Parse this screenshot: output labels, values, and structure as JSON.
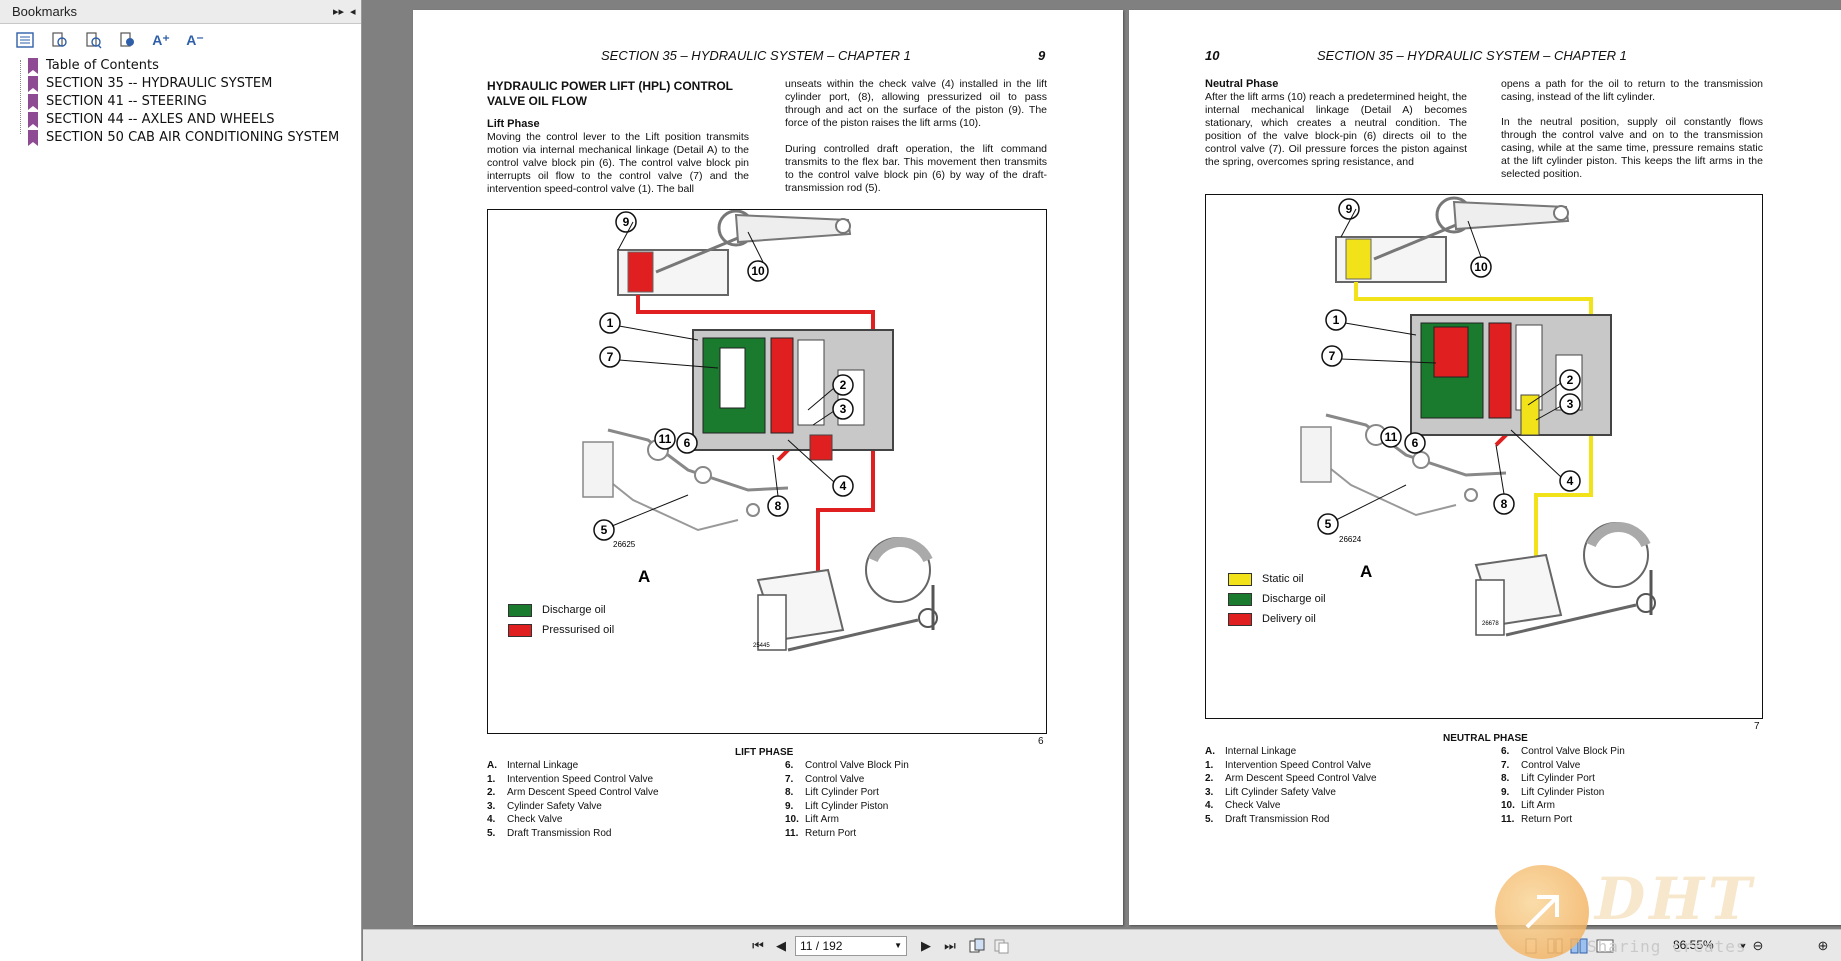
{
  "bookmarks": {
    "title": "Bookmarks",
    "items": [
      {
        "label": "Table of Contents"
      },
      {
        "label": "SECTION 35 -- HYDRAULIC SYSTEM"
      },
      {
        "label": "SECTION 41 -- STEERING"
      },
      {
        "label": "SECTION 44 -- AXLES AND WHEELS"
      },
      {
        "label": "SECTION 50 CAB AIR CONDITIONING SYSTEM"
      }
    ]
  },
  "left_page": {
    "header": "SECTION 35 – HYDRAULIC SYSTEM – CHAPTER 1",
    "page_number": "9",
    "title_line1": "HYDRAULIC POWER LIFT (HPL) CONTROL",
    "title_line2": "VALVE OIL FLOW",
    "subtitle": "Lift Phase",
    "para1": "Moving the control lever to the Lift position transmits motion via internal mechanical linkage (Detail A) to the control valve block pin (6). The control valve block pin interrupts oil flow to the control valve (7) and the intervention speed-control valve (1). The ball",
    "para2": "unseats within the check valve (4) installed in the lift cylinder port, (8), allowing pressurized oil to pass through and act on the surface of the piston (9). The force of the piston raises the lift arms (10).",
    "para3": "During controlled draft operation, the lift command transmits to the flex bar. This movement then transmits to the control valve block pin (6) by way of the draft-transmission rod (5).",
    "figure": {
      "code1": "26625",
      "code2": "25445",
      "detail": "A",
      "labels": [
        "9",
        "10",
        "1",
        "7",
        "2",
        "3",
        "11",
        "6",
        "4",
        "8",
        "5"
      ],
      "legend": [
        {
          "label": "Discharge oil",
          "color": "#1a7a2e"
        },
        {
          "label": "Pressurised oil",
          "color": "#e02020"
        }
      ]
    },
    "figure_number": "6",
    "caption": "LIFT PHASE",
    "legend_col1": [
      {
        "k": "A.",
        "v": "Internal Linkage"
      },
      {
        "k": "1.",
        "v": "Intervention Speed Control Valve"
      },
      {
        "k": "2.",
        "v": "Arm Descent Speed Control Valve"
      },
      {
        "k": "3.",
        "v": "Cylinder Safety Valve"
      },
      {
        "k": "4.",
        "v": "Check Valve"
      },
      {
        "k": "5.",
        "v": "Draft Transmission Rod"
      }
    ],
    "legend_col2": [
      {
        "k": "6.",
        "v": "Control Valve Block Pin"
      },
      {
        "k": "7.",
        "v": "Control Valve"
      },
      {
        "k": "8.",
        "v": "Lift Cylinder Port"
      },
      {
        "k": "9.",
        "v": "Lift Cylinder Piston"
      },
      {
        "k": "10.",
        "v": "Lift Arm"
      },
      {
        "k": "11.",
        "v": "Return Port"
      }
    ]
  },
  "right_page": {
    "header": "SECTION 35 – HYDRAULIC SYSTEM – CHAPTER 1",
    "page_number": "10",
    "subtitle": "Neutral Phase",
    "para1": "After the lift arms (10) reach a predetermined height, the internal mechanical linkage (Detail A) becomes stationary, which creates a neutral condition. The position of the valve block-pin (6) directs oil to the control valve (7). Oil pressure forces the piston against the spring, overcomes spring resistance, and",
    "para2": "opens a path for the oil to return to the transmission casing, instead of the lift cylinder.",
    "para3": "In the neutral position, supply oil constantly flows through the control valve and on to the transmission casing, while at the same time, pressure remains static at the lift cylinder piston. This keeps the lift arms in the selected position.",
    "figure": {
      "code1": "26624",
      "code2": "26678",
      "detail": "A",
      "labels": [
        "9",
        "10",
        "1",
        "7",
        "2",
        "3",
        "11",
        "6",
        "4",
        "8",
        "5"
      ],
      "legend": [
        {
          "label": "Static oil",
          "color": "#f2e21a"
        },
        {
          "label": "Discharge oil",
          "color": "#1a7a2e"
        },
        {
          "label": "Delivery oil",
          "color": "#e02020"
        }
      ]
    },
    "figure_number": "7",
    "caption": "NEUTRAL PHASE",
    "legend_col1": [
      {
        "k": "A.",
        "v": "Internal Linkage"
      },
      {
        "k": "1.",
        "v": "Intervention Speed Control Valve"
      },
      {
        "k": "2.",
        "v": "Arm Descent Speed Control Valve"
      },
      {
        "k": "3.",
        "v": "Lift Cylinder Safety Valve"
      },
      {
        "k": "4.",
        "v": "Check Valve"
      },
      {
        "k": "5.",
        "v": "Draft Transmission Rod"
      }
    ],
    "legend_col2": [
      {
        "k": "6.",
        "v": "Control Valve Block Pin"
      },
      {
        "k": "7.",
        "v": "Control Valve"
      },
      {
        "k": "8.",
        "v": "Lift Cylinder Port"
      },
      {
        "k": "9.",
        "v": "Lift Cylinder Piston"
      },
      {
        "k": "10.",
        "v": "Lift Arm"
      },
      {
        "k": "11.",
        "v": "Return Port"
      }
    ]
  },
  "navigation": {
    "page_field": "11 / 192",
    "zoom": "86.55%"
  },
  "watermark": {
    "brand": "DHT",
    "slogan": "Sharing creates success"
  }
}
